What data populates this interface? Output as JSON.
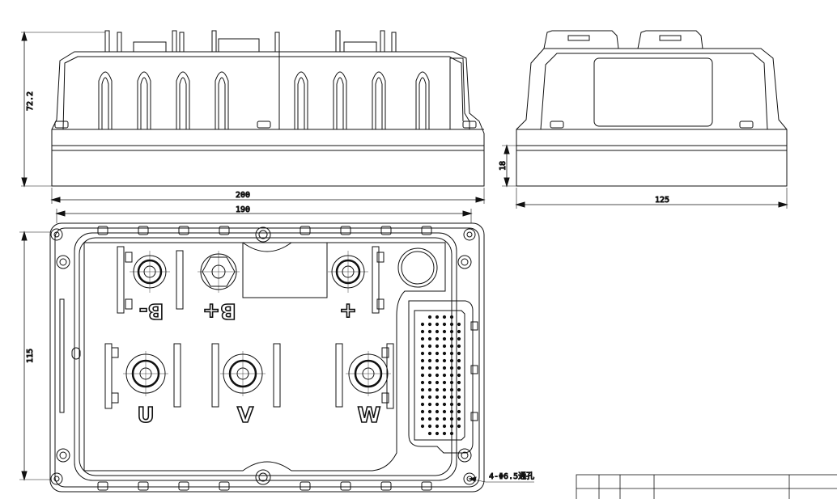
{
  "dimensions": {
    "front_height": "72.2",
    "front_width": "200",
    "bottom_width": "190",
    "side_base_height": "18",
    "side_width": "125",
    "top_height": "115"
  },
  "terminals": {
    "b_minus": "B-",
    "b_plus": "B+",
    "plus": "+",
    "u": "U",
    "v": "V",
    "w": "W"
  },
  "note": "4-Φ6.5通孔",
  "colors": {
    "line": "#111111",
    "paper": "#ffffff"
  }
}
